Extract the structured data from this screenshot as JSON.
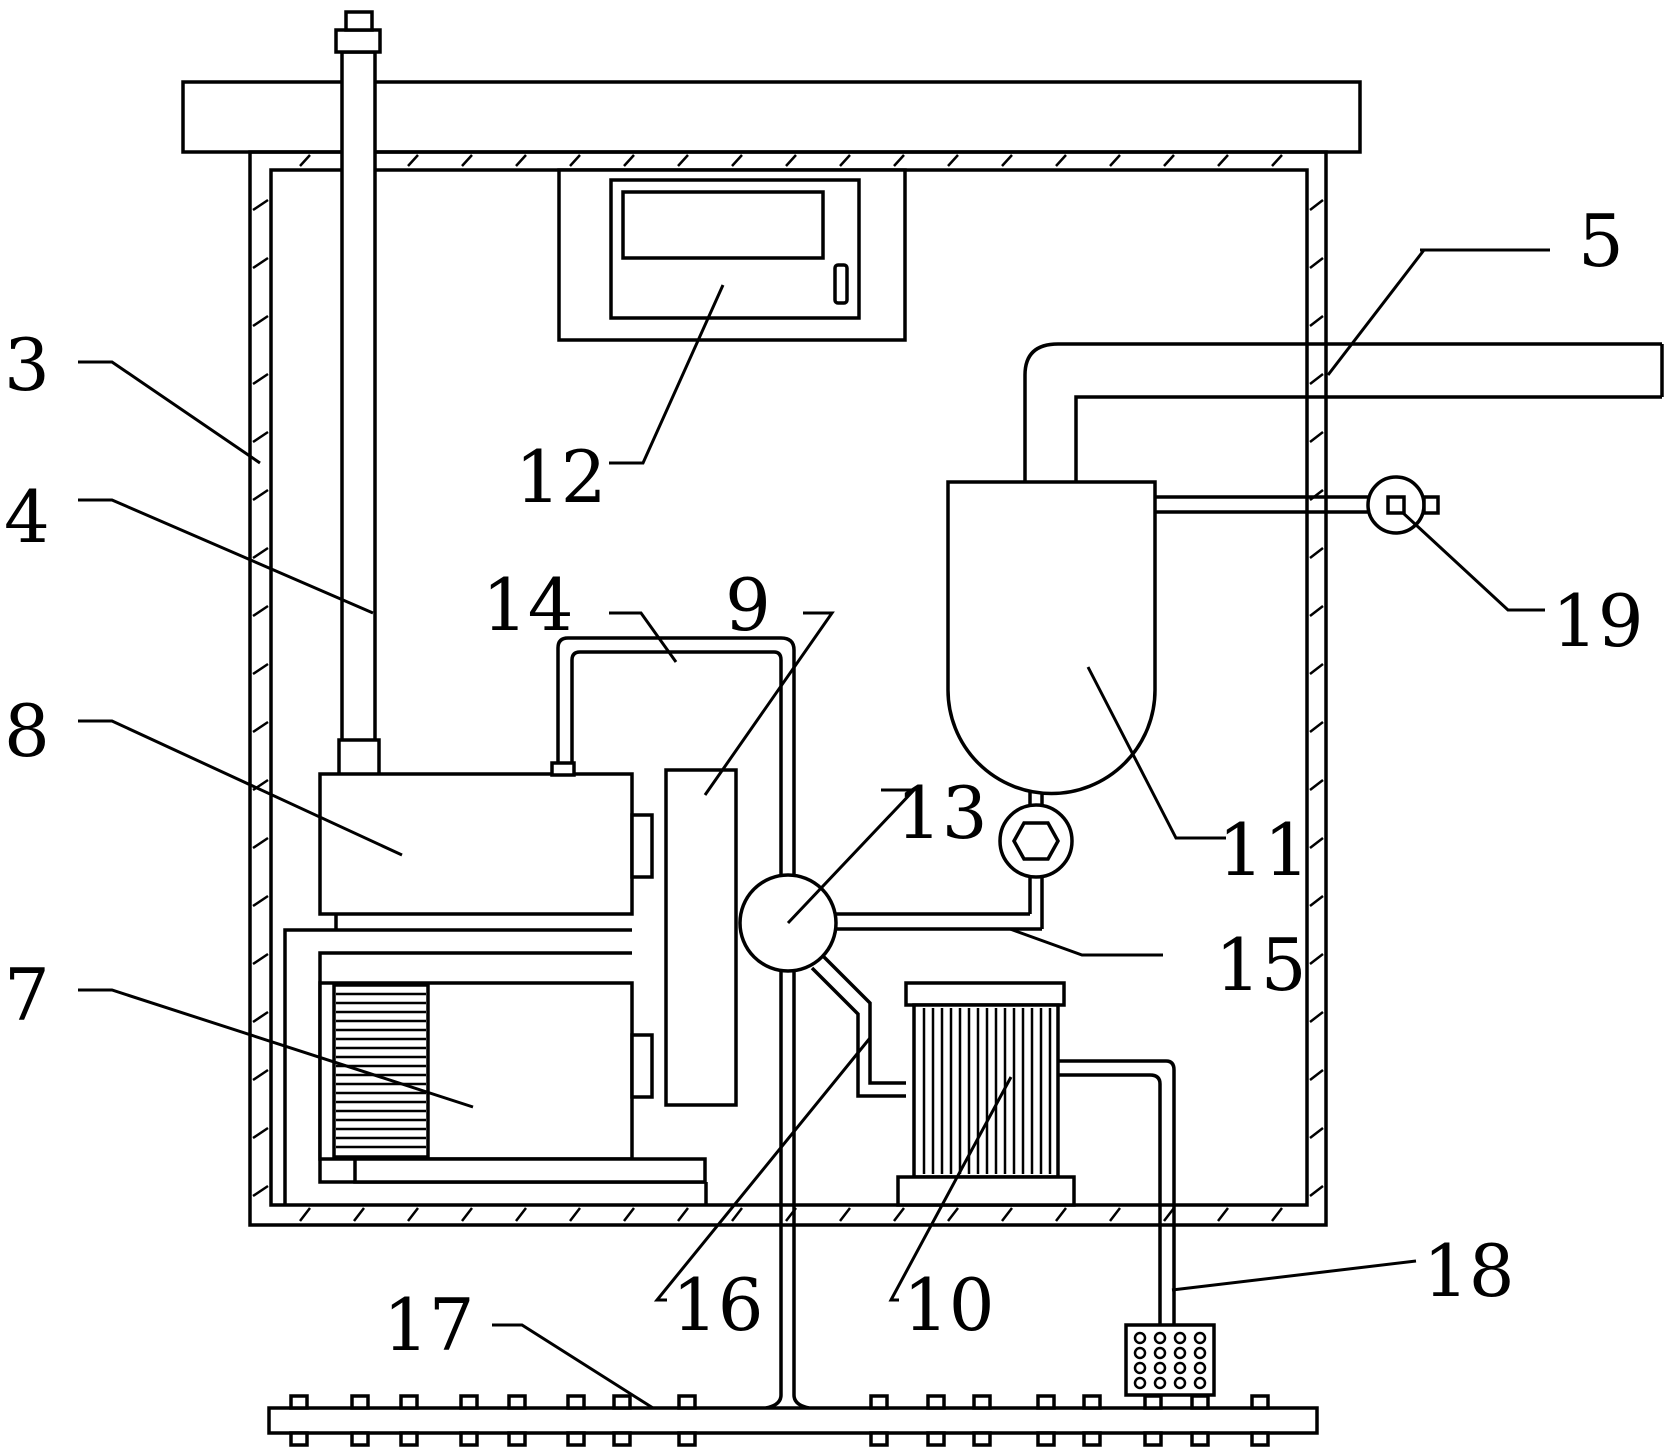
{
  "labels": {
    "l3": "3",
    "l4": "4",
    "l5": "5",
    "l7": "7",
    "l8": "8",
    "l9": "9",
    "l10": "10",
    "l11": "11",
    "l12": "12",
    "l13": "13",
    "l14": "14",
    "l15": "15",
    "l16": "16",
    "l17": "17",
    "l18": "18",
    "l19": "19"
  }
}
